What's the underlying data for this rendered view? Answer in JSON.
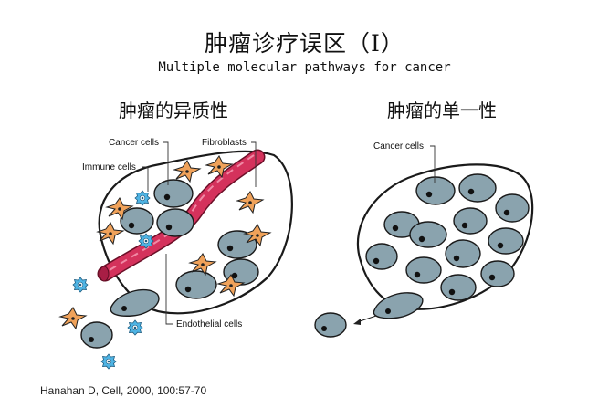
{
  "title": "肿瘤诊疗误区（I）",
  "subtitle": "Multiple molecular pathways for cancer",
  "left_heading": "肿瘤的异质性",
  "right_heading": "肿瘤的单一性",
  "labels": {
    "cancer_cells_left": "Cancer cells",
    "fibroblasts": "Fibroblasts",
    "immune_cells": "Immune cells",
    "endothelial_cells": "Endothelial cells",
    "cancer_cells_right": "Cancer cells"
  },
  "citation": "Hanahan D, Cell, 2000, 100:57-70",
  "colors": {
    "cancer_cell": "#8aa3ae",
    "fibroblast": "#f0a25a",
    "immune_cell": "#4fb4e4",
    "vessel": "#d4325c"
  }
}
